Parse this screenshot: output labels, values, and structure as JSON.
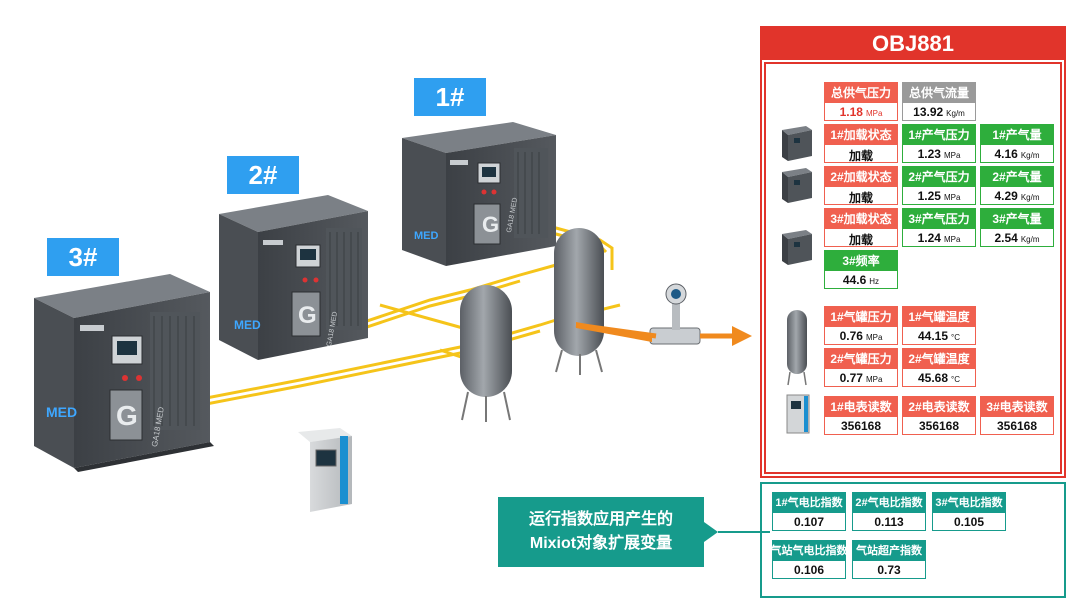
{
  "units": [
    {
      "tag": "1#",
      "brand": "MED",
      "letter": "G",
      "model": "GA18 MED"
    },
    {
      "tag": "2#",
      "brand": "MED",
      "letter": "G",
      "model": "GA18 MED"
    },
    {
      "tag": "3#",
      "brand": "MED",
      "letter": "G",
      "model": "GA18 MED"
    }
  ],
  "panel": {
    "title": "OBJ881",
    "supply": [
      {
        "label": "总供气压力",
        "value": "1.18",
        "unit": "MPa",
        "value_color": "red"
      },
      {
        "label": "总供气流量",
        "value": "13.92",
        "unit": "Kg/m"
      }
    ],
    "compressors": [
      {
        "state_label": "1#加载状态",
        "state_value": "加载",
        "pressure_label": "1#产气压力",
        "pressure_value": "1.23",
        "pressure_unit": "MPa",
        "flow_label": "1#产气量",
        "flow_value": "4.16",
        "flow_unit": "Kg/m"
      },
      {
        "state_label": "2#加载状态",
        "state_value": "加载",
        "pressure_label": "2#产气压力",
        "pressure_value": "1.25",
        "pressure_unit": "MPa",
        "flow_label": "2#产气量",
        "flow_value": "4.29",
        "flow_unit": "Kg/m"
      },
      {
        "state_label": "3#加载状态",
        "state_value": "加载",
        "pressure_label": "3#产气压力",
        "pressure_value": "1.24",
        "pressure_unit": "MPa",
        "flow_label": "3#产气量",
        "flow_value": "2.54",
        "flow_unit": "Kg/m"
      }
    ],
    "frequency": {
      "label": "3#频率",
      "value": "44.6",
      "unit": "Hz"
    },
    "tanks": [
      {
        "pressure_label": "1#气罐压力",
        "pressure_value": "0.76",
        "pressure_unit": "MPa",
        "temp_label": "1#气罐温度",
        "temp_value": "44.15",
        "temp_unit": "°C"
      },
      {
        "pressure_label": "2#气罐压力",
        "pressure_value": "0.77",
        "pressure_unit": "MPa",
        "temp_label": "2#气罐温度",
        "temp_value": "45.68",
        "temp_unit": "°C"
      }
    ],
    "meters": [
      {
        "label": "1#电表读数",
        "value": "356168"
      },
      {
        "label": "2#电表读数",
        "value": "356168"
      },
      {
        "label": "3#电表读数",
        "value": "356168"
      }
    ]
  },
  "indices": [
    {
      "label": "1#气电比指数",
      "value": "0.107"
    },
    {
      "label": "2#气电比指数",
      "value": "0.113"
    },
    {
      "label": "3#气电比指数",
      "value": "0.105"
    },
    {
      "label": "气站气电比指数",
      "value": "0.106"
    },
    {
      "label": "气站超产指数",
      "value": "0.73"
    }
  ],
  "callout": {
    "line1": "运行指数应用产生的",
    "line2": "Mixiot对象扩展变量"
  },
  "colors": {
    "red": "#e1342b",
    "red_header": "#f0604f",
    "green": "#2eae3c",
    "gray": "#9a9a9a",
    "teal": "#169b8c",
    "blue": "#2f9ff0",
    "pipe": "#f5c41a",
    "machine": "#5d6268",
    "arrow": "#f08a1e"
  }
}
